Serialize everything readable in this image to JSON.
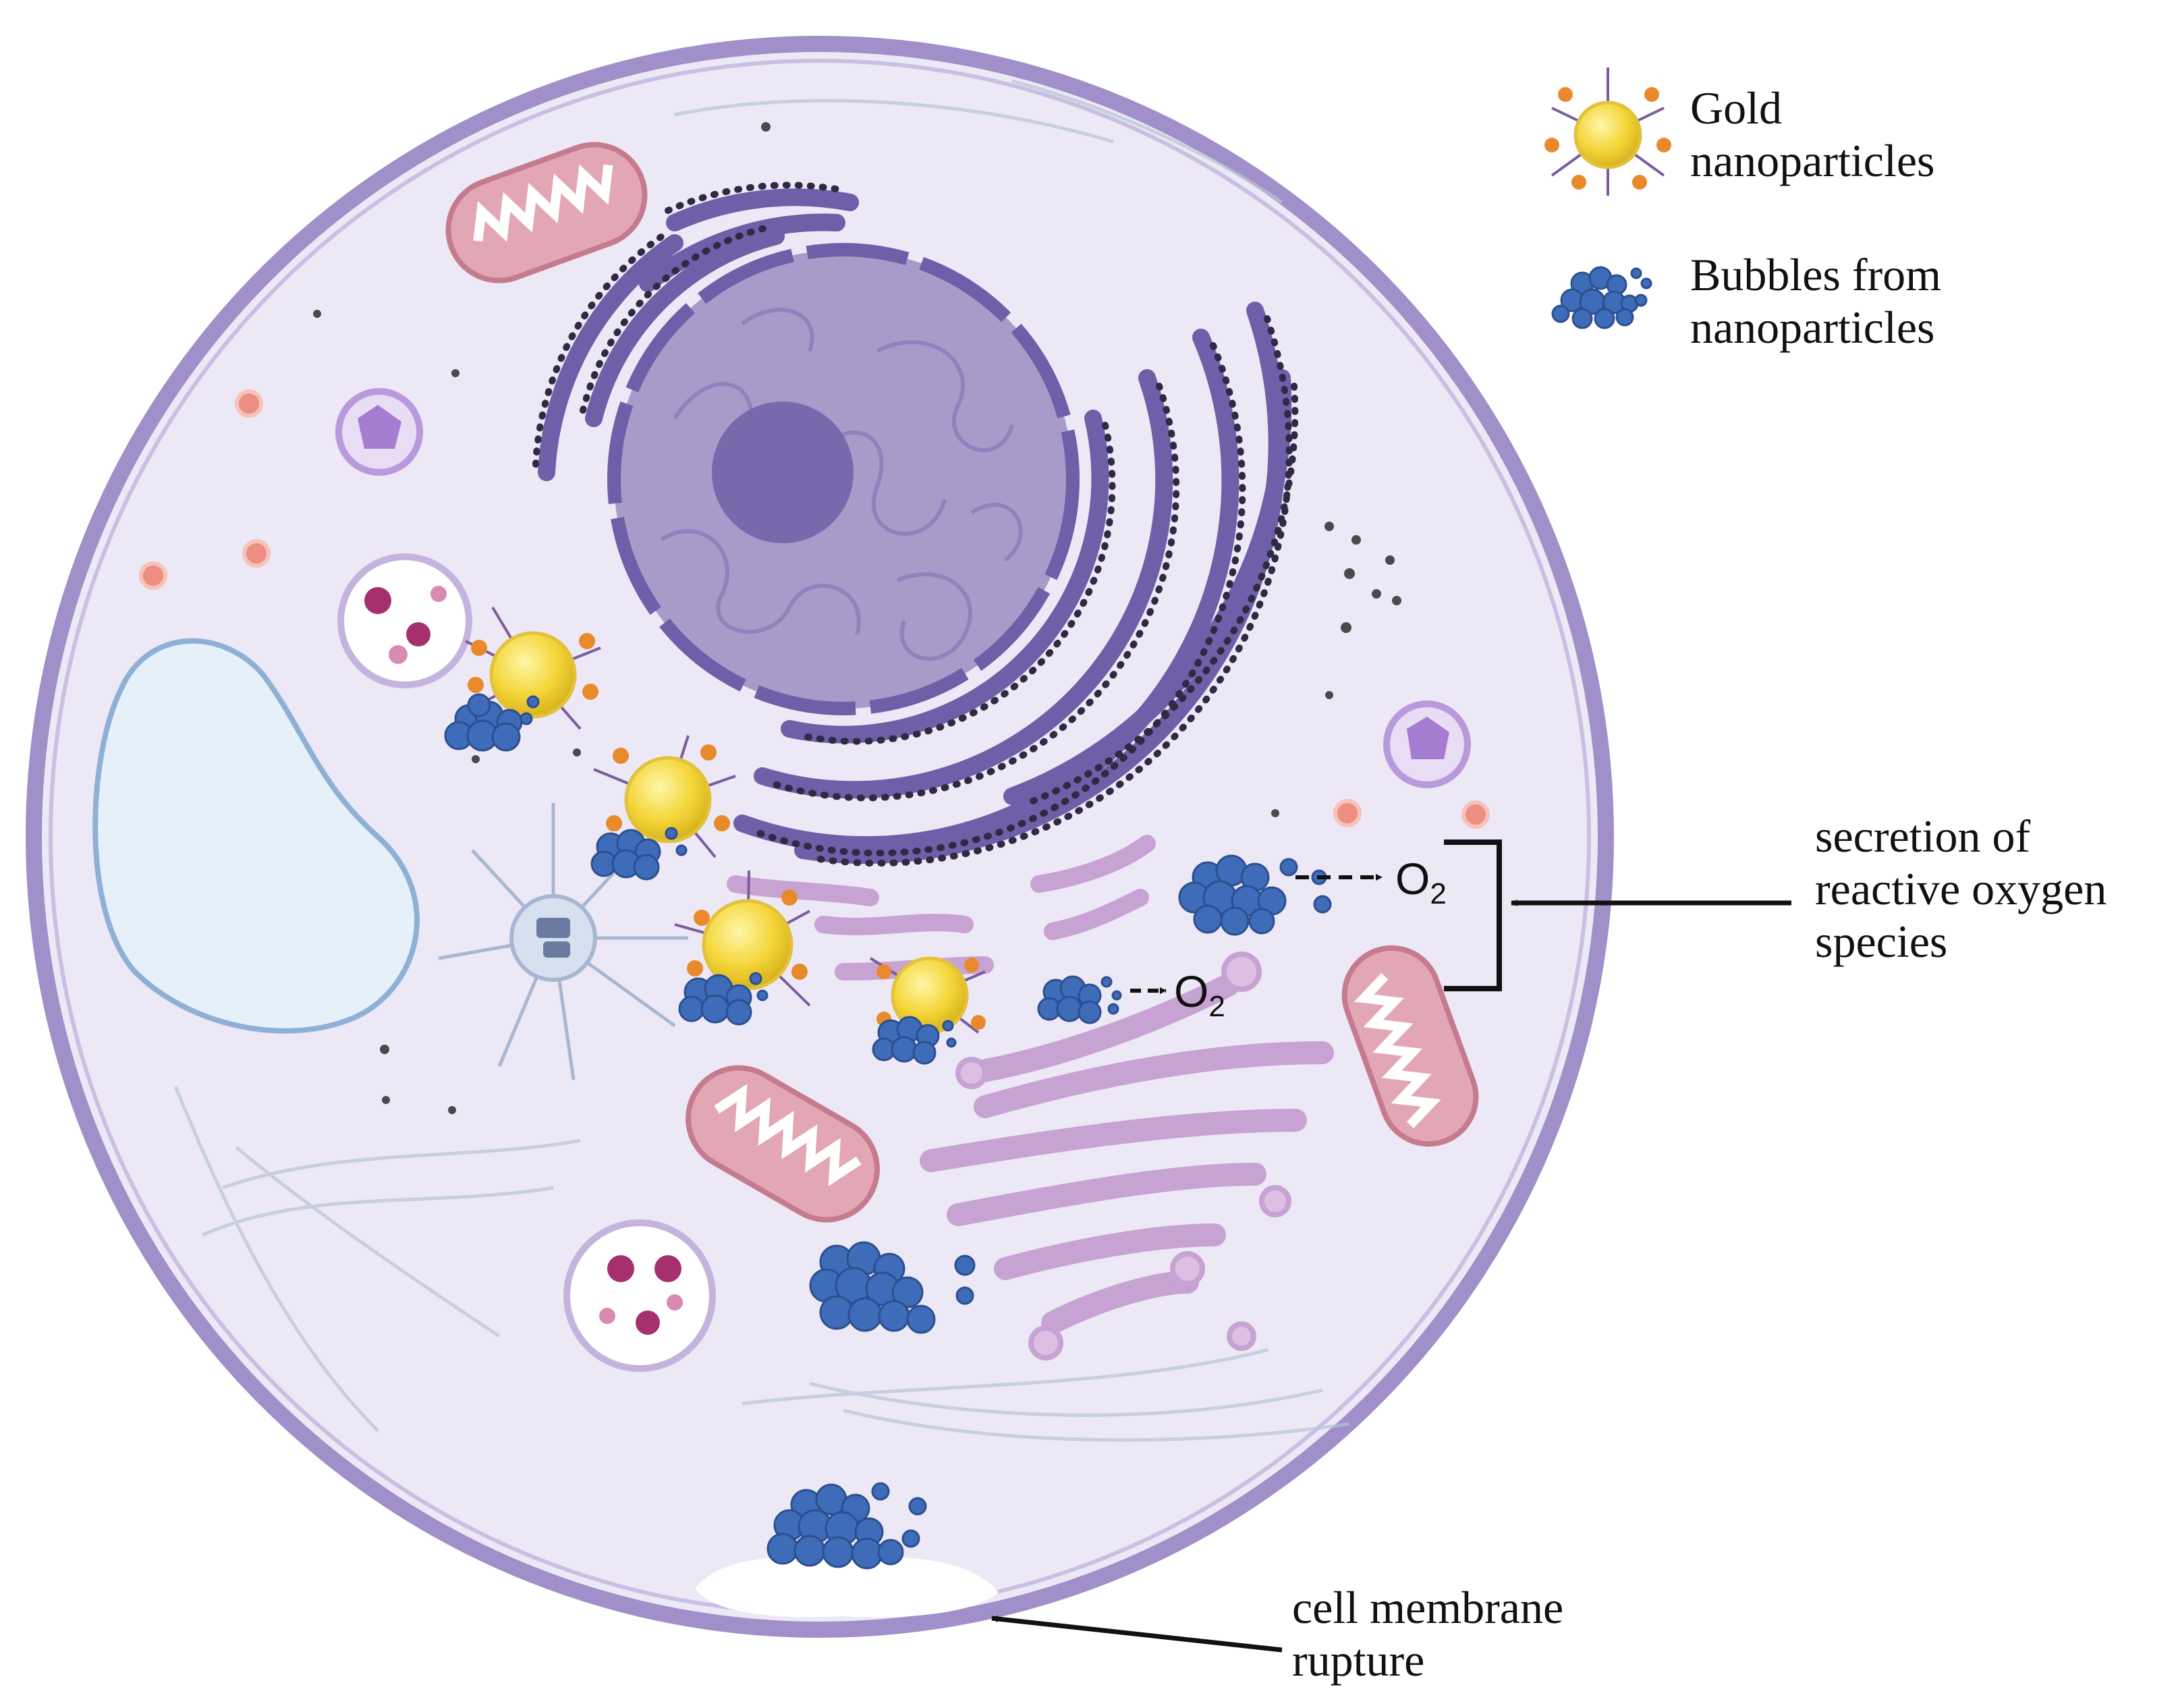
{
  "legend": {
    "gold": {
      "line1": "Gold",
      "line2": "nanoparticles"
    },
    "bubbles": {
      "line1": "Bubbles from",
      "line2": "nanoparticles"
    }
  },
  "labels": {
    "ros": {
      "line1": "secretion of",
      "line2": "reactive oxygen",
      "line3": "species"
    },
    "rupture": {
      "line1": "cell membrane",
      "line2": "rupture"
    }
  },
  "o2": {
    "symbol": "O",
    "subscript": "2"
  },
  "colors": {
    "cytoplasm": "#ece8f5",
    "membrane": "#a08fc8",
    "nucleus": "#a99ac9",
    "nucleolus": "#7a68ad",
    "er": "#6f5ea8",
    "golgi": "#c7a3d3",
    "mitochondria": "#e2a6b5",
    "vacuole": "#e6f0f9",
    "gold": "#f4d63a",
    "bubble": "#3e6cb8",
    "ligand": "#e88a2c"
  }
}
